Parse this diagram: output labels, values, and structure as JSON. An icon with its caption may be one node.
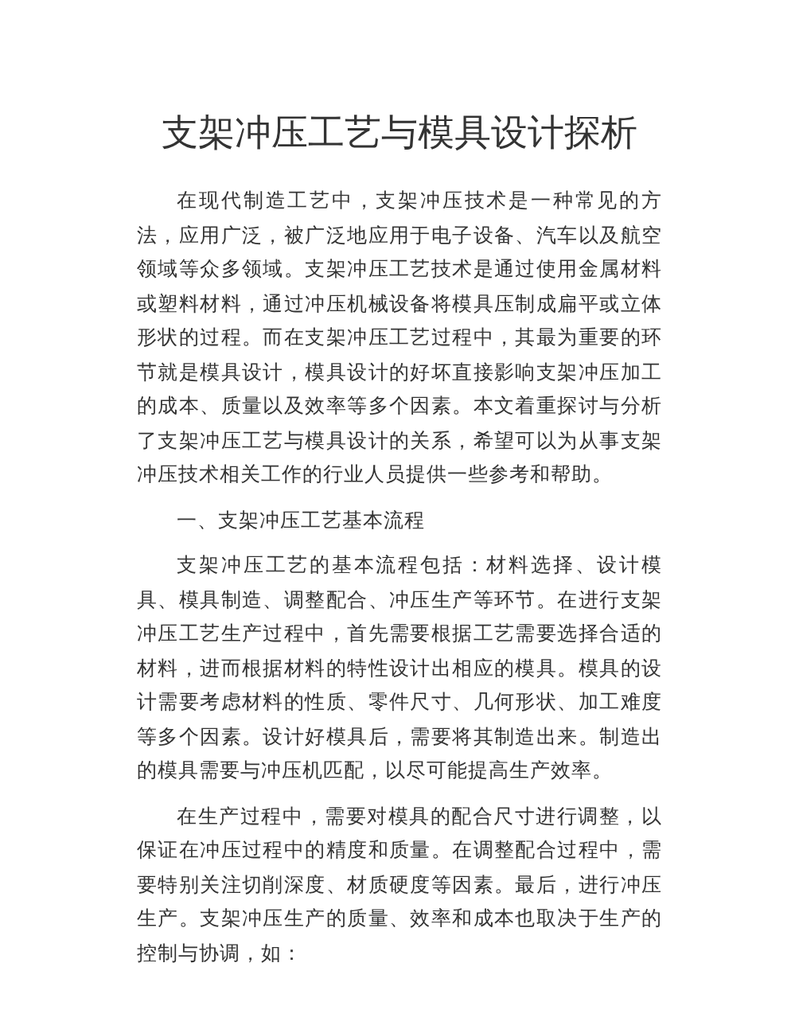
{
  "diagram": {
    "title": "支架冲压工艺与模具设计探析",
    "labels": [
      "在现代制造工艺中，支架冲压技术是一种常见的方法，应用广泛，被广泛地应用于电子设备、汽车以及航空领域等众多领域。支架冲压工艺技术是通过使用金属材料或塑料材料，通过冲压机械设备将模具压制成扁平或立体形状的过程。而在支架冲压工艺过程中，其最为重要的环节就是模具设计，模具设计的好坏直接影响支架冲压加工的成本、质量以及效率等多个因素。本文着重探讨与分析了支架冲压工艺与模具设计的关系，希望可以为从事支架冲压技术相关工作的行业人员提供一些参考和帮助。",
      "一、支架冲压工艺基本流程",
      "支架冲压工艺的基本流程包括：材料选择、设计模具、模具制造、调整配合、冲压生产等环节。在进行支架冲压工艺生产过程中，首先需要根据工艺需要选择合适的材料，进而根据材料的特性设计出相应的模具。模具的设计需要考虑材料的性质、零件尺寸、几何形状、加工难度等多个因素。设计好模具后，需要将其制造出来。制造出的模具需要与冲压机匹配，以尽可能提高生产效率。",
      "在生产过程中，需要对模具的配合尺寸进行调整，以保证在冲压过程中的精度和质量。在调整配合过程中，需要特别关注切削深度、材质硬度等因素。最后，进行冲压生产。支架冲压生产的质量、效率和成本也取决于生产的控制与协调，如："
    ]
  }
}
